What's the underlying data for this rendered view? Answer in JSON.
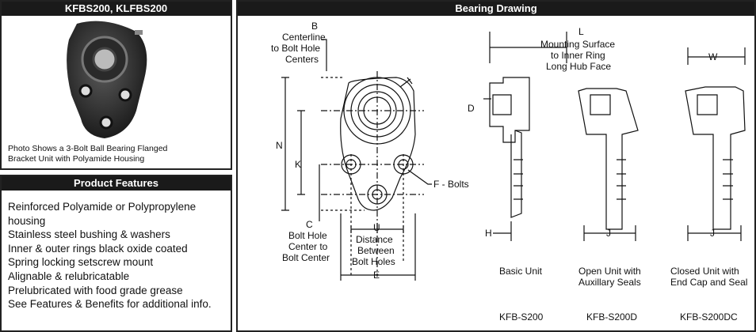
{
  "photo_panel": {
    "header": "KFBS200, KLFBS200",
    "caption_lines": [
      "Photo Shows a 3-Bolt Ball Bearing Flanged",
      "Bracket Unit with Polyamide Housing"
    ]
  },
  "features_panel": {
    "header": "Product Features",
    "items": [
      "Reinforced Polyamide or Polypropylene housing",
      "Stainless steel bushing & washers",
      "Inner & outer rings black oxide coated",
      "Spring locking setscrew mount",
      "Alignable & relubricatable",
      "Prelubricated with food grade grease",
      "See Features & Benefits for additional info."
    ]
  },
  "drawing_panel": {
    "header": "Bearing Drawing",
    "labels": {
      "b_lines": [
        "B",
        "Centerline",
        "to Bolt Hole",
        "Centers"
      ],
      "l": "L",
      "mount_lines": [
        "Mounting Surface",
        "to Inner Ring",
        "Long Hub Face"
      ],
      "w": "W",
      "d": "D",
      "n": "N",
      "k": "K",
      "f": "F - Bolts",
      "c_lines": [
        "C",
        "Bolt Hole",
        "Center to",
        "Bolt Center"
      ],
      "u_lines": [
        "U",
        "Distance",
        "Between",
        "Bolt Holes"
      ],
      "e": "E",
      "h": "H",
      "j1": "J",
      "j2": "J"
    },
    "units": [
      {
        "name_lines": [
          "Basic Unit"
        ],
        "model": "KFB-S200"
      },
      {
        "name_lines": [
          "Open Unit with",
          "Auxillary Seals"
        ],
        "model": "KFB-S200D"
      },
      {
        "name_lines": [
          "Closed Unit with",
          "End Cap and Seal"
        ],
        "model": "KFB-S200DC"
      }
    ]
  }
}
